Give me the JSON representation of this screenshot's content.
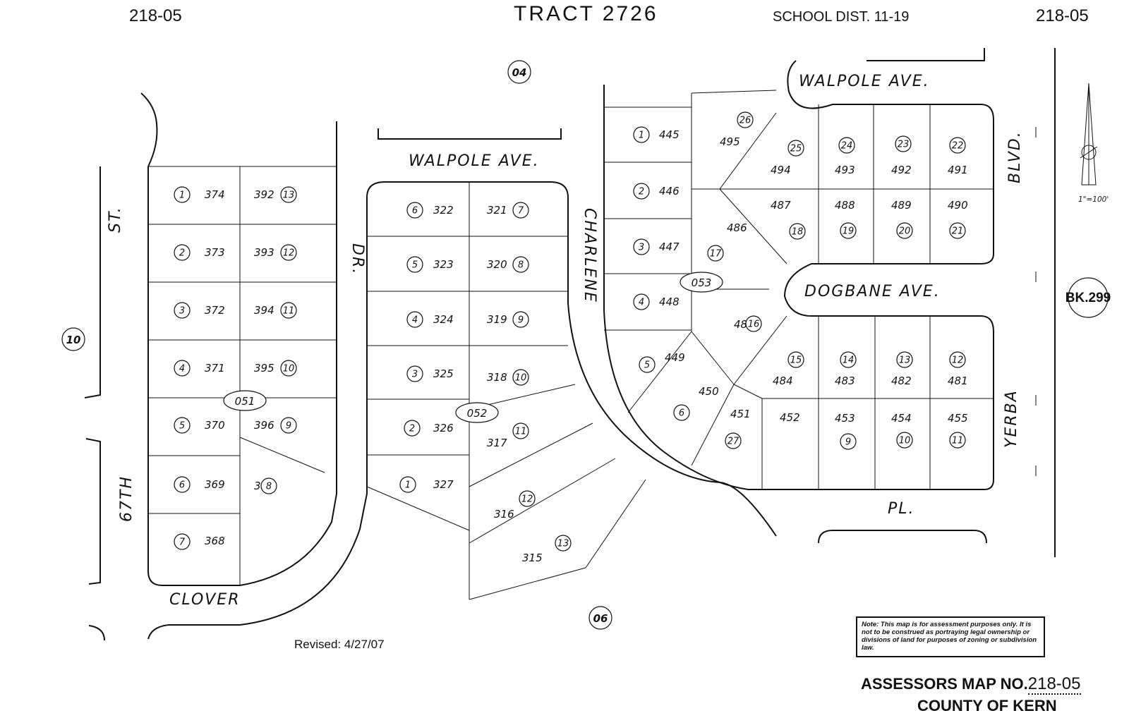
{
  "header": {
    "page_left": "218-05",
    "title": "TRACT 2726",
    "school_district": "SCHOOL DIST. 11-19",
    "page_right": "218-05"
  },
  "adjacent_books": [
    "04",
    "10",
    "06"
  ],
  "book_ref": "BK.299",
  "scale": "1\"=100'",
  "streets": {
    "walpole_ave_1": "WALPOLE AVE.",
    "walpole_ave_2": "WALPOLE AVE.",
    "dogbane_ave": "DOGBANE AVE.",
    "charlene": "CHARLENE",
    "dr": "DR.",
    "st": "ST.",
    "sixty_seventh": "67TH",
    "clover": "CLOVER",
    "yerba": "YERBA",
    "blvd": "BLVD.",
    "pl": "PL."
  },
  "blocks": [
    "051",
    "052",
    "053"
  ],
  "parcels_051": [
    "374",
    "373",
    "372",
    "371",
    "370",
    "369",
    "368",
    "392",
    "393",
    "394",
    "395",
    "396",
    "397"
  ],
  "parcels_052": [
    "322",
    "323",
    "324",
    "325",
    "326",
    "327",
    "321",
    "320",
    "319",
    "318",
    "317",
    "316",
    "315"
  ],
  "parcels_053": [
    "445",
    "446",
    "447",
    "448",
    "449",
    "450",
    "451",
    "452",
    "495",
    "494",
    "487",
    "486",
    "485",
    "484",
    "493",
    "492",
    "491",
    "488",
    "489",
    "490",
    "483",
    "482",
    "481",
    "453",
    "454",
    "455"
  ],
  "revised": "Revised: 4/27/07",
  "note": "Note: This map is for assessment purposes only. It is not to be construed as portraying legal ownership or divisions of land for purposes of zoning or subdivision law.",
  "footer": {
    "map_no_label": "ASSESSORS MAP NO.",
    "map_no": "218-05",
    "county": "COUNTY OF KERN"
  }
}
